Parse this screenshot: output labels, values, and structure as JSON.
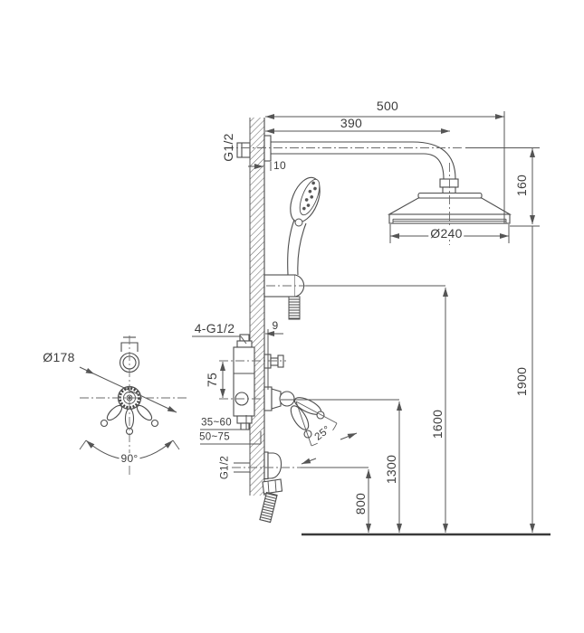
{
  "drawing": {
    "title": "shower-set-installation-dimension-drawing",
    "colors": {
      "background": "#ffffff",
      "line": "#5a5a5a",
      "text": "#3d3d3d"
    },
    "labels": {
      "dim_500": "500",
      "dim_390": "390",
      "inlet_thread_top": "G1/2",
      "dim_10": "10",
      "dim_160": "160",
      "head_diameter": "Ø240",
      "plate_diameter": "Ø178",
      "valve_connections": "4-G1/2",
      "dim_9": "9",
      "dim_75": "75",
      "depth_range_1": "35~60",
      "depth_range_2": "50~75",
      "swivel_angle": "90°",
      "lever_angle": "25°",
      "outlet_thread_bottom": "G1/2",
      "dim_800": "800",
      "dim_1300": "1300",
      "dim_1600": "1600",
      "dim_1900": "1900"
    }
  }
}
